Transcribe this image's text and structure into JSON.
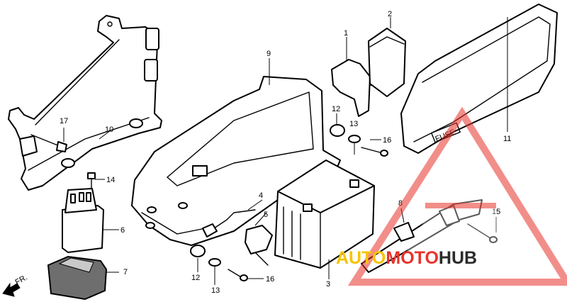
{
  "callouts": [
    {
      "id": "1",
      "label": "1"
    },
    {
      "id": "2",
      "label": "2"
    },
    {
      "id": "3",
      "label": "3"
    },
    {
      "id": "4",
      "label": "4"
    },
    {
      "id": "5",
      "label": "5"
    },
    {
      "id": "6",
      "label": "6"
    },
    {
      "id": "7",
      "label": "7"
    },
    {
      "id": "8",
      "label": "8"
    },
    {
      "id": "9",
      "label": "9"
    },
    {
      "id": "10",
      "label": "10"
    },
    {
      "id": "11",
      "label": "11"
    },
    {
      "id": "12a",
      "label": "12"
    },
    {
      "id": "12b",
      "label": "12"
    },
    {
      "id": "13a",
      "label": "13"
    },
    {
      "id": "13b",
      "label": "13"
    },
    {
      "id": "14",
      "label": "14"
    },
    {
      "id": "15",
      "label": "15"
    },
    {
      "id": "16a",
      "label": "16"
    },
    {
      "id": "16b",
      "label": "16"
    },
    {
      "id": "17",
      "label": "17"
    }
  ],
  "cover_text": "FUSE",
  "direction_label": "FR.",
  "watermark": {
    "part1": "AUTO",
    "part2": "MOTO",
    "part3": "HUB",
    "color_yellow": "#f5c400",
    "color_red": "#e8322a",
    "color_dark": "#2b2b2b"
  }
}
